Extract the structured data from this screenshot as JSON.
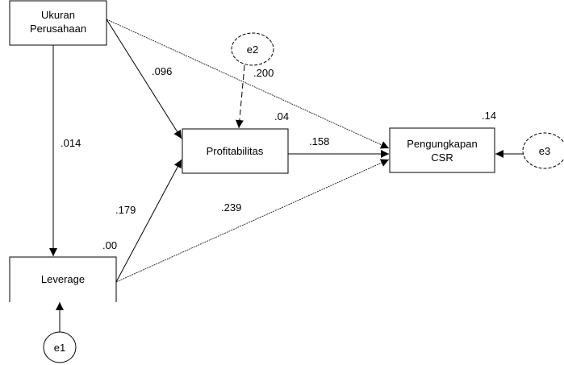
{
  "diagram": {
    "type": "path-diagram",
    "nodes": {
      "ukuran": {
        "label_line1": "Ukuran",
        "label_line2": "Perusahaan"
      },
      "leverage": {
        "label": "Leverage",
        "r2": ".00"
      },
      "profitabilitas": {
        "label": "Profitabilitas",
        "r2": ".04"
      },
      "csr": {
        "label_line1": "Pengungkapan",
        "label_line2": "CSR",
        "r2": ".14"
      }
    },
    "errors": {
      "e1": {
        "label": "e1"
      },
      "e2": {
        "label": "e2"
      },
      "e3": {
        "label": "e3"
      }
    },
    "paths": {
      "ukuran_to_leverage": ".014",
      "ukuran_to_profitabilitas": ".096",
      "ukuran_to_csr": ".200",
      "leverage_to_profitabilitas": ".179",
      "leverage_to_csr": ".239",
      "profitabilitas_to_csr": ".158"
    }
  }
}
